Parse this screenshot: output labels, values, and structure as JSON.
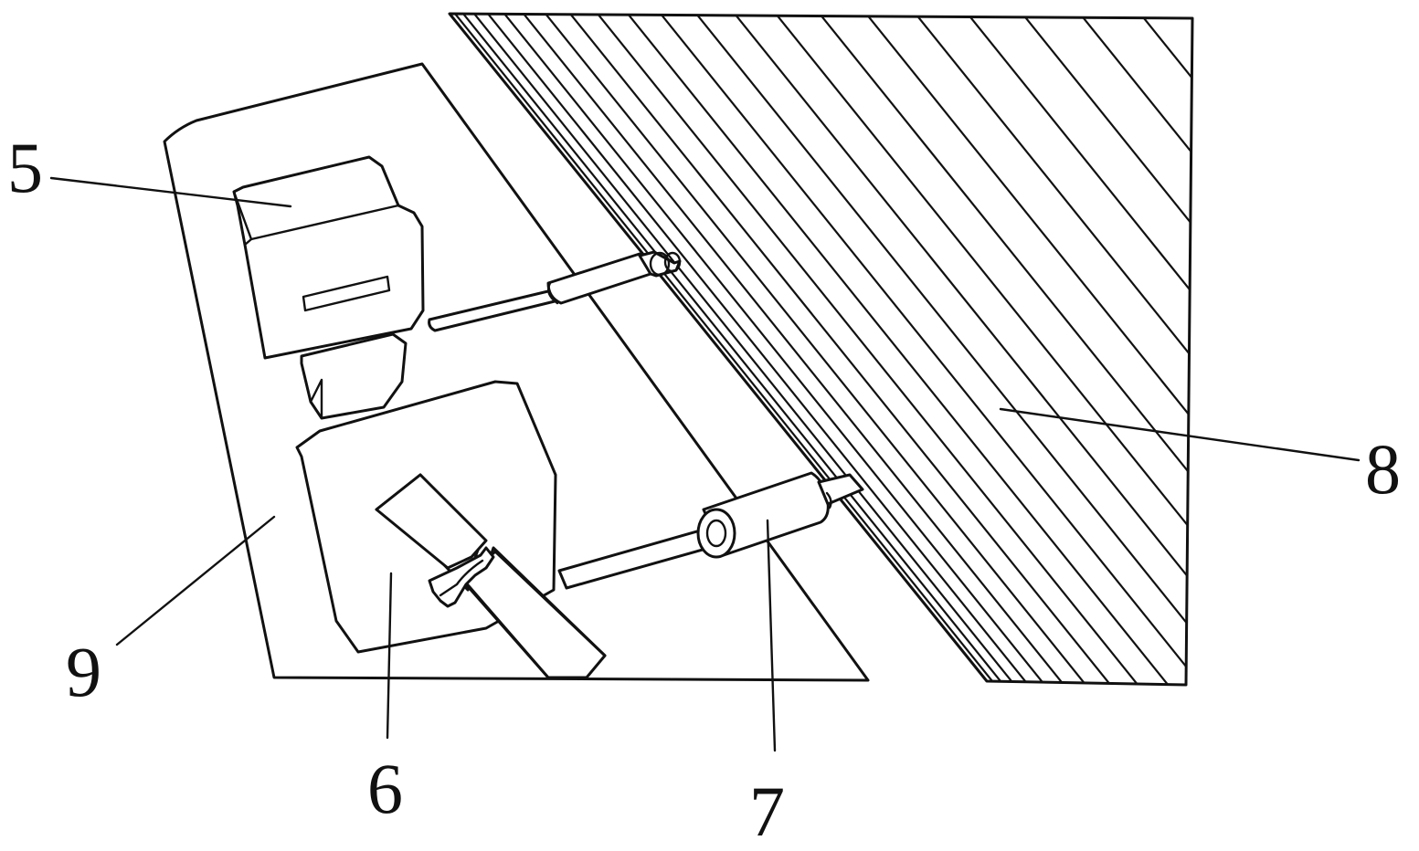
{
  "labels": {
    "l5": "5",
    "l6": "6",
    "l7": "7",
    "l8": "8",
    "l9": "9"
  },
  "colors": {
    "ink": "#111111",
    "paper": "#ffffff"
  }
}
